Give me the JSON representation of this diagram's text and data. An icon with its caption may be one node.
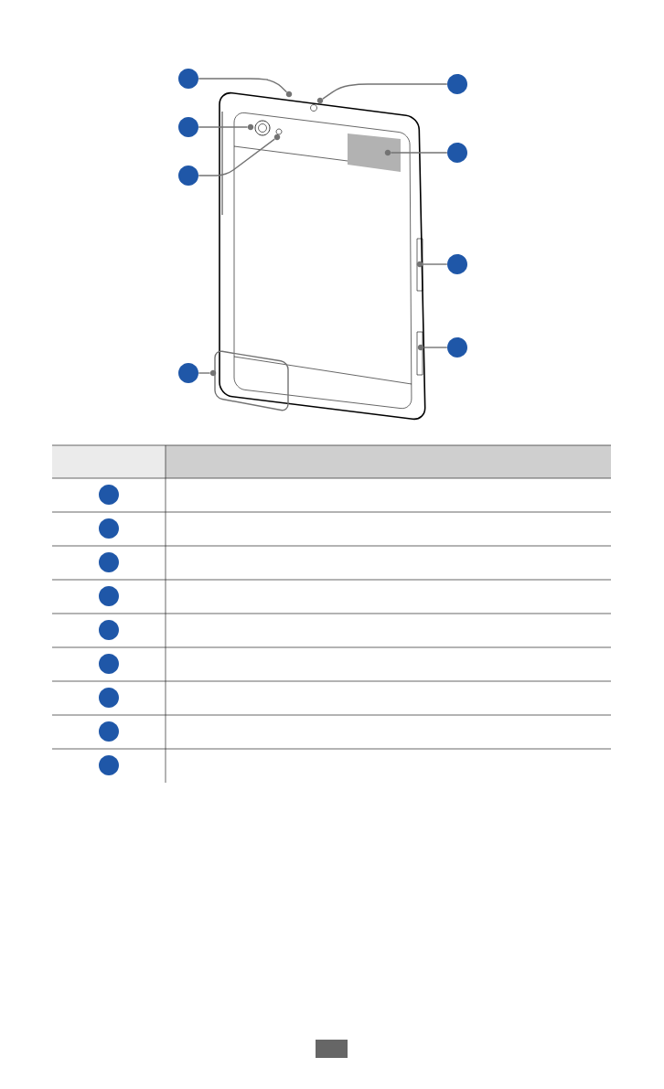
{
  "diagram": {
    "nodes": [
      {
        "text": [],
        "shape": "circle"
      },
      {
        "text": [],
        "shape": "circle"
      },
      {
        "text": [],
        "shape": "circle"
      },
      {
        "text": [],
        "shape": "circle"
      },
      {
        "text": [],
        "shape": "circle"
      },
      {
        "text": [],
        "shape": "circle"
      },
      {
        "text": [],
        "shape": "circle"
      },
      {
        "text": [],
        "shape": "circle"
      },
      {
        "text": [],
        "shape": "dot"
      },
      {
        "text": [],
        "shape": "dot"
      },
      {
        "text": [],
        "shape": "dot"
      },
      {
        "text": [],
        "shape": "dot"
      },
      {
        "text": [],
        "shape": "dot"
      },
      {
        "text": [],
        "shape": "dot"
      },
      {
        "text": [],
        "shape": "dot"
      },
      {
        "text": [],
        "shape": "dot"
      },
      {
        "text": [],
        "shape": "circle"
      },
      {
        "text": [],
        "shape": "circle"
      },
      {
        "text": [],
        "shape": "circle"
      },
      {
        "text": [],
        "shape": "circle"
      },
      {
        "text": [],
        "shape": "circle"
      },
      {
        "text": [],
        "shape": "circle"
      },
      {
        "text": [],
        "shape": "circle"
      },
      {
        "text": [],
        "shape": "circle"
      },
      {
        "text": [],
        "shape": "circle"
      }
    ],
    "edges": [
      {
        "from": 0,
        "to": 8,
        "arrow": "none"
      },
      {
        "from": 1,
        "to": 9,
        "arrow": "none"
      },
      {
        "from": 2,
        "to": 10,
        "arrow": "none"
      },
      {
        "from": 3,
        "to": 11,
        "arrow": "none"
      },
      {
        "from": 4,
        "to": 12,
        "arrow": "none"
      },
      {
        "from": 5,
        "to": 13,
        "arrow": "none"
      },
      {
        "from": 6,
        "to": 14,
        "arrow": "none"
      },
      {
        "from": 7,
        "to": 15,
        "arrow": "none"
      }
    ]
  }
}
